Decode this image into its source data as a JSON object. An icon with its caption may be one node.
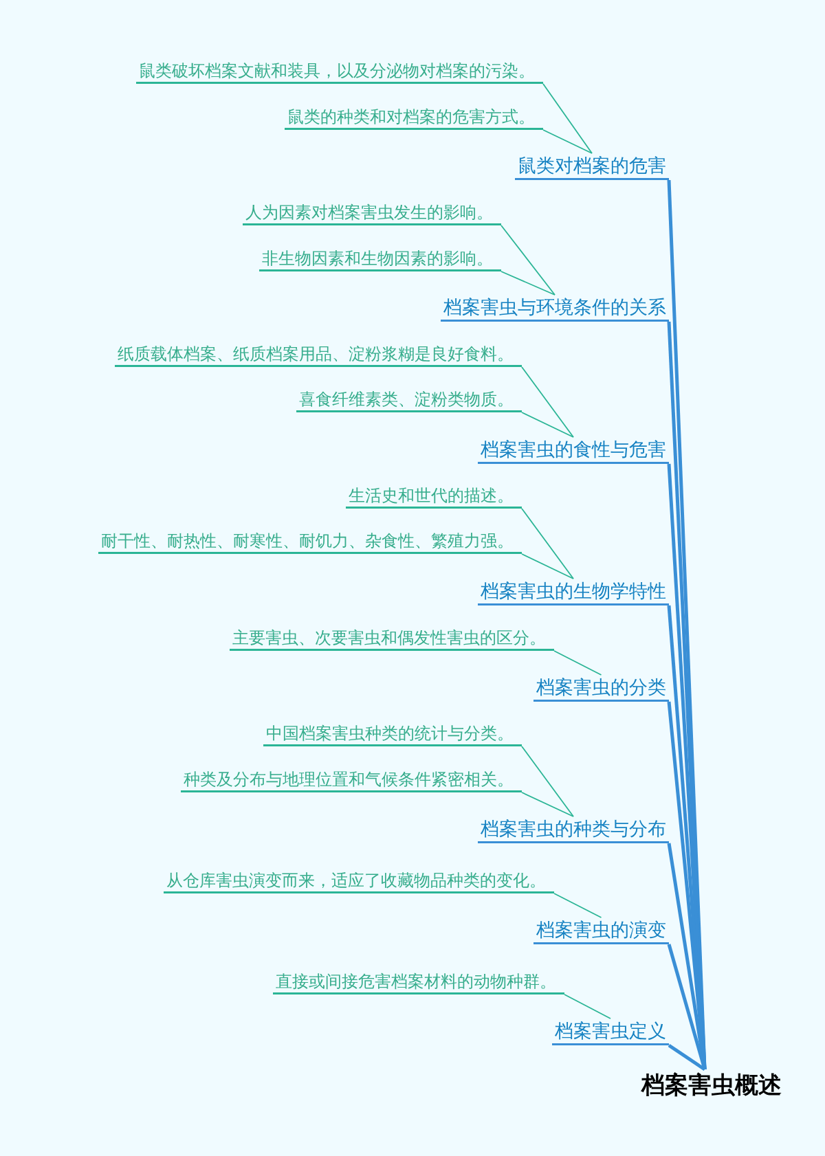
{
  "diagram": {
    "nodes": [
      {
        "text": [
          "鼠类破坏档案文献和装具，以及分泌物对档案的污染。"
        ]
      },
      {
        "text": [
          "鼠类的种类和对档案的危害方式。"
        ]
      },
      {
        "text": [
          "鼠类对档案的危害"
        ]
      },
      {
        "text": [
          "人为因素对档案害虫发生的影响。"
        ]
      },
      {
        "text": [
          "非生物因素和生物因素的影响。"
        ]
      },
      {
        "text": [
          "档案害虫与环境条件的关系"
        ]
      },
      {
        "text": [
          "纸质载体档案、纸质档案用品、淀粉浆糊是良好食料。"
        ]
      },
      {
        "text": [
          "喜食纤维素类、淀粉类物质。"
        ]
      },
      {
        "text": [
          "档案害虫的食性与危害"
        ]
      },
      {
        "text": [
          "生活史和世代的描述。"
        ]
      },
      {
        "text": [
          "耐干性、耐热性、耐寒性、耐饥力、杂食性、繁殖力强。"
        ]
      },
      {
        "text": [
          "档案害虫的生物学特性"
        ]
      },
      {
        "text": [
          "主要害虫、次要害虫和偶发性害虫的区分。"
        ]
      },
      {
        "text": [
          "档案害虫的分类"
        ]
      },
      {
        "text": [
          "中国档案害虫种类的统计与分类。"
        ]
      },
      {
        "text": [
          "种类及分布与地理位置和气候条件紧密相关。"
        ]
      },
      {
        "text": [
          "档案害虫的种类与分布"
        ]
      },
      {
        "text": [
          "从仓库害虫演变而来，适应了收藏物品种类的变化。"
        ]
      },
      {
        "text": [
          "档案害虫的演变"
        ]
      },
      {
        "text": [
          "直接或间接危害档案材料的动物种群。"
        ]
      },
      {
        "text": [
          "档案害虫定义"
        ]
      },
      {
        "text": [
          "档案害虫概述"
        ]
      }
    ],
    "edges": [
      {
        "from": 21,
        "to": 2,
        "arrow": "none",
        "style": "thick"
      },
      {
        "from": 2,
        "to": 0,
        "arrow": "none"
      },
      {
        "from": 2,
        "to": 1,
        "arrow": "none"
      },
      {
        "from": 21,
        "to": 5,
        "arrow": "none",
        "style": "thick"
      },
      {
        "from": 5,
        "to": 3,
        "arrow": "none"
      },
      {
        "from": 5,
        "to": 4,
        "arrow": "none"
      },
      {
        "from": 21,
        "to": 8,
        "arrow": "none",
        "style": "thick"
      },
      {
        "from": 8,
        "to": 6,
        "arrow": "none"
      },
      {
        "from": 8,
        "to": 7,
        "arrow": "none"
      },
      {
        "from": 21,
        "to": 11,
        "arrow": "none",
        "style": "thick"
      },
      {
        "from": 11,
        "to": 9,
        "arrow": "none"
      },
      {
        "from": 11,
        "to": 10,
        "arrow": "none"
      },
      {
        "from": 21,
        "to": 13,
        "arrow": "none",
        "style": "thick"
      },
      {
        "from": 13,
        "to": 12,
        "arrow": "none"
      },
      {
        "from": 21,
        "to": 16,
        "arrow": "none",
        "style": "thick"
      },
      {
        "from": 16,
        "to": 14,
        "arrow": "none"
      },
      {
        "from": 16,
        "to": 15,
        "arrow": "none"
      },
      {
        "from": 21,
        "to": 18,
        "arrow": "none",
        "style": "thick"
      },
      {
        "from": 18,
        "to": 17,
        "arrow": "none"
      },
      {
        "from": 21,
        "to": 20,
        "arrow": "none",
        "style": "thick"
      },
      {
        "from": 20,
        "to": 19,
        "arrow": "none"
      }
    ]
  }
}
